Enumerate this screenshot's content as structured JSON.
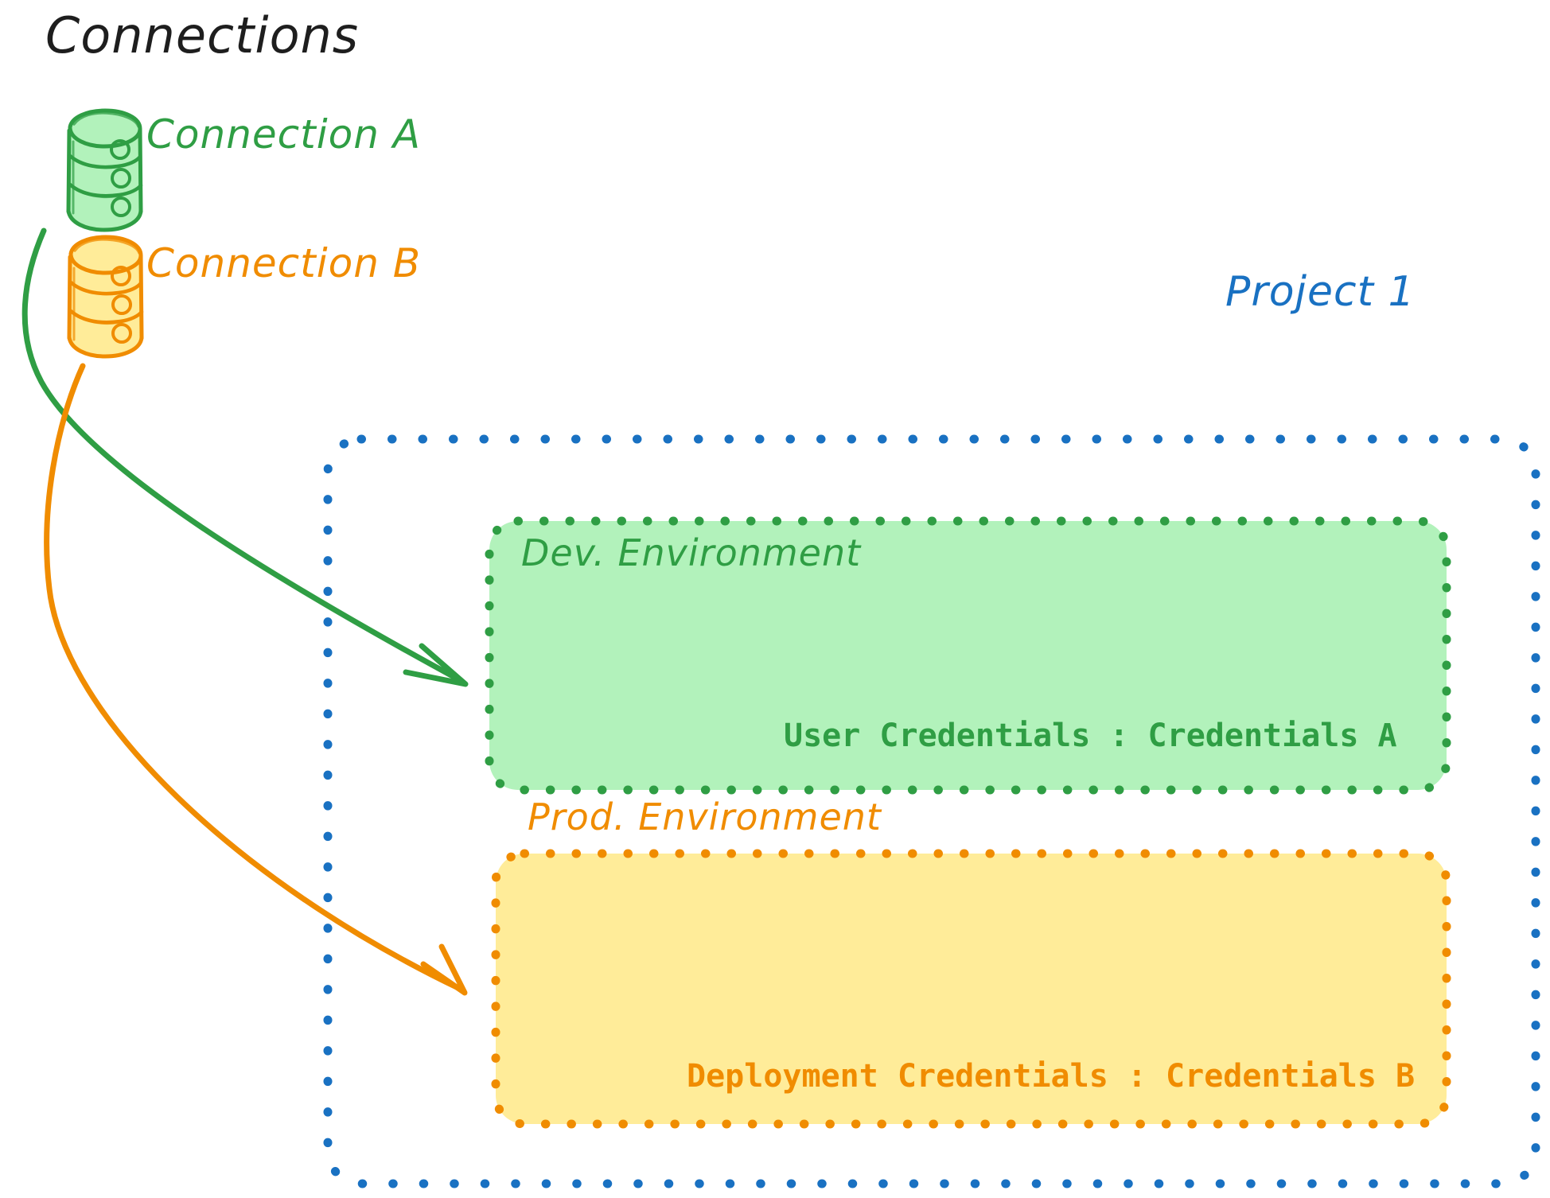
{
  "diagram": {
    "title": "Connections",
    "connections": [
      {
        "id": "connection-a",
        "label": "Connection A",
        "color": "#2f9e44",
        "icon": "database-cylinder-icon"
      },
      {
        "id": "connection-b",
        "label": "Connection B",
        "color": "#f08c00",
        "icon": "database-cylinder-icon"
      }
    ],
    "project": {
      "label": "Project 1",
      "color": "#1971c2",
      "environments": [
        {
          "id": "dev-environment",
          "label": "Dev. Environment",
          "credentials_key": "User Credentials",
          "credentials_separator": ":",
          "credentials_value": "Credentials A",
          "credentials_line": "User Credentials : Credentials A",
          "stroke": "#2f9e44",
          "fill": "#b2f2bb"
        },
        {
          "id": "prod-environment",
          "label": "Prod. Environment",
          "credentials_key": "Deployment Credentials",
          "credentials_separator": ":",
          "credentials_value": "Credentials B",
          "credentials_line": "Deployment Credentials : Credentials B",
          "stroke": "#f08c00",
          "fill": "#ffec99"
        }
      ]
    },
    "arrows": [
      {
        "id": "arrow-connection-a-to-dev",
        "from": "connection-a",
        "to": "dev-environment",
        "color": "#2f9e44"
      },
      {
        "id": "arrow-connection-b-to-prod",
        "from": "connection-b",
        "to": "prod-environment",
        "color": "#f08c00"
      }
    ],
    "colors": {
      "title": "#1e1e1e",
      "green_stroke": "#2f9e44",
      "green_fill": "#b2f2bb",
      "orange_stroke": "#f08c00",
      "orange_fill": "#ffec99",
      "blue_stroke": "#1971c2",
      "background": "#ffffff"
    }
  }
}
